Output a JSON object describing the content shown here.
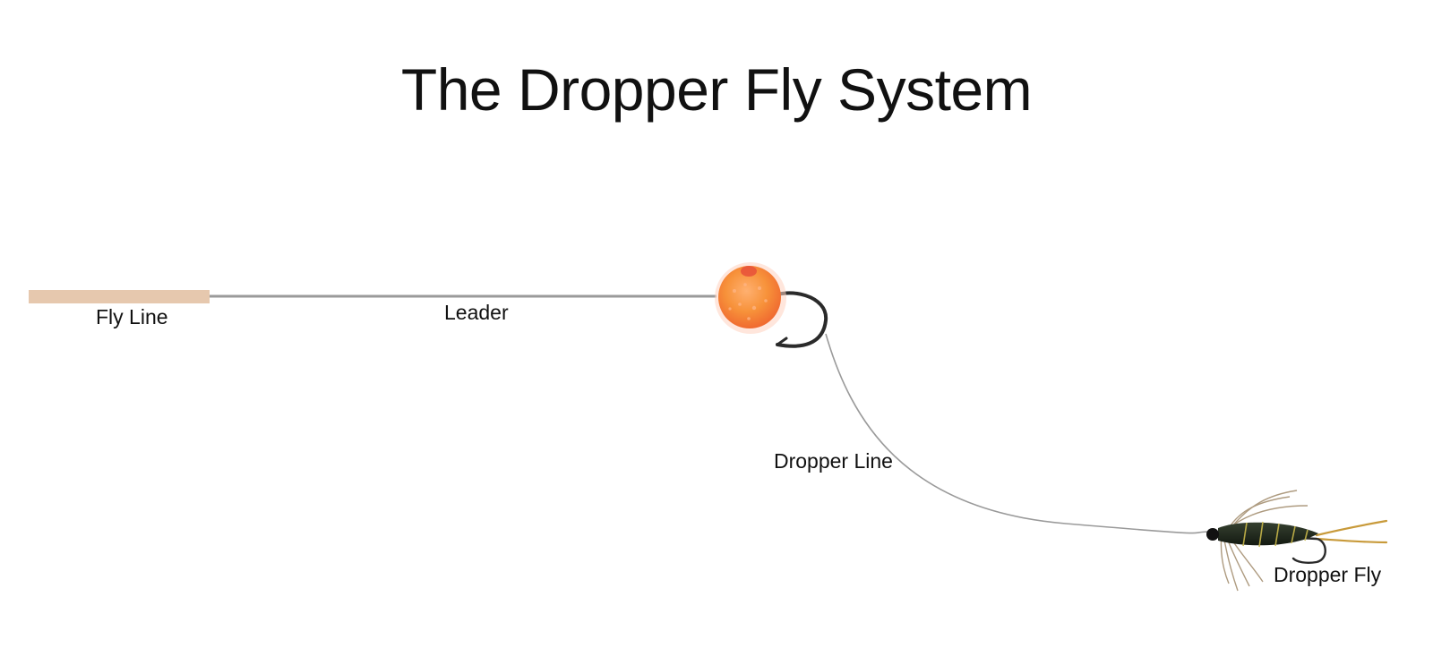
{
  "title": "The Dropper Fly System",
  "labels": {
    "fly_line": "Fly Line",
    "leader": "Leader",
    "dropper_line": "Dropper Line",
    "dropper_fly": "Dropper Fly"
  },
  "colors": {
    "fly_line": "#e6c8ae",
    "leader": "#9a9a9a",
    "dropper_line": "#9a9a9a",
    "bead": "#f5933a",
    "bead_highlight": "#e8503a",
    "hook": "#2a2a2a",
    "fly_body": "#1f2a1c",
    "fly_rib": "#c8b74a",
    "fly_hackle": "#a08a6a",
    "fly_tail": "#c89a3a"
  },
  "icons": {
    "bead_fly": "orange-bead-egg-fly-icon",
    "dropper_fly": "nymph-fly-icon"
  }
}
